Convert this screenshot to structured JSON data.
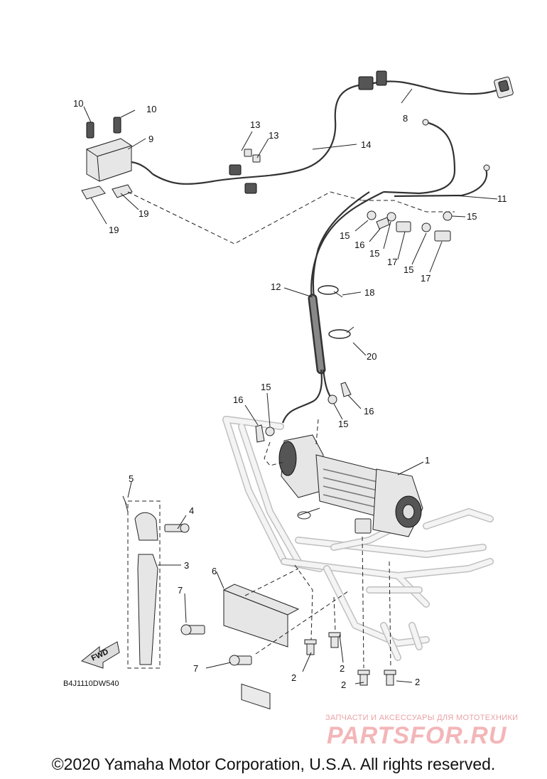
{
  "diagram": {
    "callouts": {
      "c1": "1",
      "c2a": "2",
      "c2b": "2",
      "c2c": "2",
      "c2d": "2",
      "c3": "3",
      "c4": "4",
      "c5": "5",
      "c6": "6",
      "c7a": "7",
      "c7b": "7",
      "c8": "8",
      "c9": "9",
      "c10a": "10",
      "c10b": "10",
      "c11": "11",
      "c12": "12",
      "c13a": "13",
      "c13b": "13",
      "c14": "14",
      "c15a": "15",
      "c15b": "15",
      "c15c": "15",
      "c15d": "15",
      "c15e": "15",
      "c15f": "15",
      "c16a": "16",
      "c16b": "16",
      "c16c": "16",
      "c17a": "17",
      "c17b": "17",
      "c18": "18",
      "c19a": "19",
      "c19b": "19",
      "c20": "20"
    },
    "fwd_label": "FWD",
    "drawing_code": "B4J1110DW540"
  },
  "watermark": {
    "tagline": "ЗАПЧАСТИ И АКСЕССУАРЫ ДЛЯ МОТОТЕХНИКИ",
    "logo": "PARTSFOR.RU"
  },
  "footer": {
    "copyright": "©2020 Yamaha Motor Corporation, U.S.A. All rights reserved."
  }
}
